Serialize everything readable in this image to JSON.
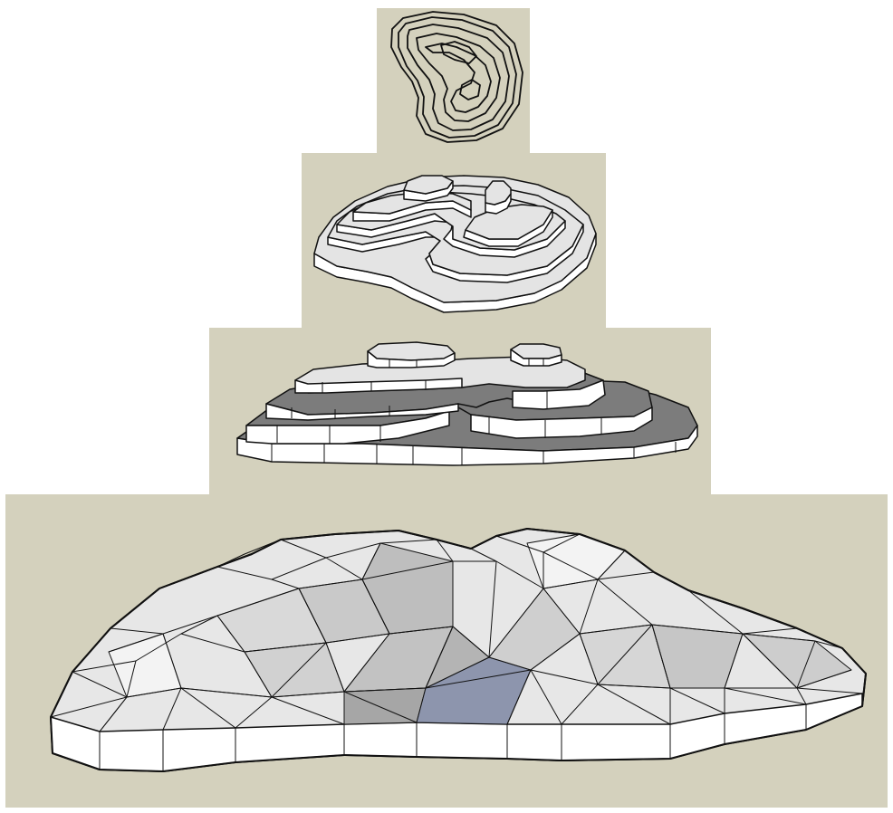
{
  "figure": {
    "stages": [
      {
        "id": "stage-1-contour-lines",
        "icon": "contour-map-icon"
      },
      {
        "id": "stage-2-stacked-contours",
        "icon": "terraced-slabs-icon"
      },
      {
        "id": "stage-3-extruded-contours",
        "icon": "stepped-layers-icon"
      },
      {
        "id": "stage-4-triangulated-terrain",
        "icon": "tin-mesh-icon"
      }
    ],
    "colors": {
      "panel_bg": "#d4d1bd",
      "page_bg": "#ffffff",
      "top_face": "#e6e6e6",
      "side_face": "#ffffff",
      "shadow_face": "#7c7c7c",
      "mesh_light": "#f1f1f1",
      "mesh_mid": "#c9c9c9",
      "mesh_dark": "#a6a6a6",
      "mesh_blue": "#8d95ad",
      "stroke": "#111111"
    }
  }
}
